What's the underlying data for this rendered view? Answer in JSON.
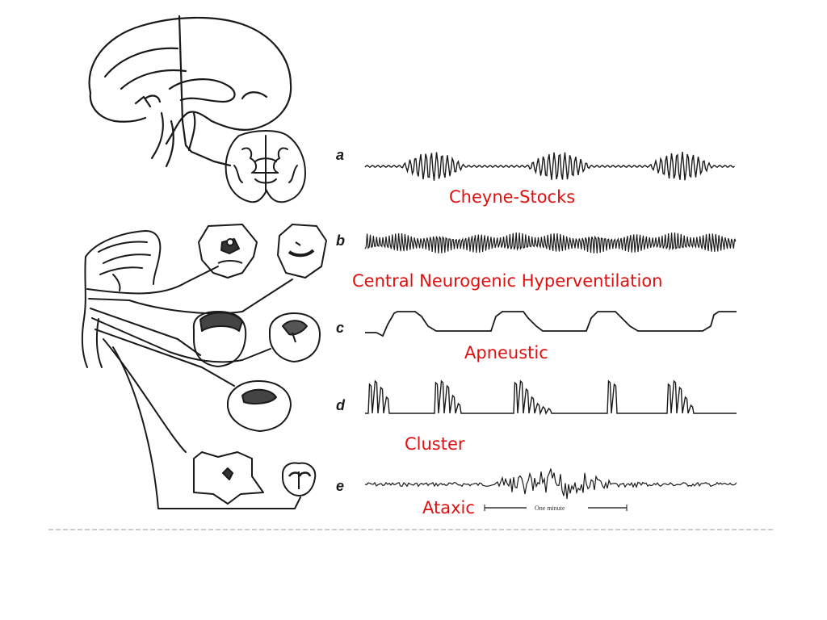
{
  "panels": [
    {
      "letter": "a",
      "caption": "Cheyne-Stocks"
    },
    {
      "letter": "b",
      "caption": "Central Neurogenic Hyperventilation"
    },
    {
      "letter": "c",
      "caption": "Apneustic"
    },
    {
      "letter": "d",
      "caption": "Cluster"
    },
    {
      "letter": "e",
      "caption": "Ataxic"
    }
  ],
  "scale_bar": {
    "label": "One minute"
  },
  "colors": {
    "caption": "#e01010",
    "ink": "#1a1a1a"
  }
}
